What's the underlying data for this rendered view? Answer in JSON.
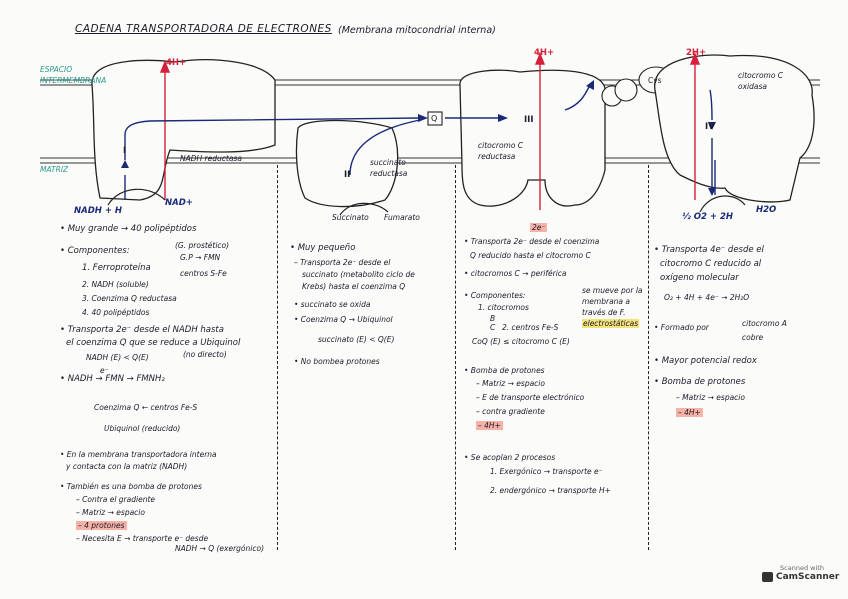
{
  "title": "CADENA TRANSPORTADORA DE ELECTRONES",
  "title_sub": "(Membrana mitocondrial interna)",
  "regions": {
    "espacio": "ESPACIO INTERMEMBRANA",
    "matriz": "MATRIZ"
  },
  "complexes": {
    "c1_roman": "I",
    "c1_name": "NADH reductasa",
    "c1_protons": "4H+",
    "c1_in": "NADH + H",
    "c1_out": "NAD+",
    "c2_roman": "II",
    "c2_name": "succinato reductasa",
    "c2_in": "Succinato",
    "c2_out": "Fumarato",
    "q": "Q",
    "c3_roman": "III",
    "c3_name": "citocromo C reductasa",
    "c3_protons": "4H+",
    "cys": "Cys",
    "c4_roman": "IV",
    "c4_name": "citocromo C oxidasa",
    "c4_protons": "2H+",
    "c4_in": "½ O2 + 2H",
    "c4_out": "H2O"
  },
  "col1": {
    "l1": "• Muy grande → 40 polipéptidos",
    "l2": "• Componentes:",
    "brace_note": "(G. prostético)",
    "l3": "1. Ferroproteína",
    "l3a": "G.P → FMN",
    "l3b": "centros S-Fe",
    "l4": "2. NADH (soluble)",
    "l5": "3. Coenzima Q reductasa",
    "l6": "4. 40 polipéptidos",
    "l7": "• Transporta 2e⁻ desde el NADH hasta",
    "l8": "el coenzima Q que se reduce a Ubiquinol",
    "l9": "NADH (E) < Q(E)",
    "l9b": "(no directo)",
    "l10": "• NADH → FMN → FMNH₂",
    "l10e": "e⁻",
    "l11": "Coenzima Q ← centros Fe-S",
    "l12": "Ubiquinol (reducido)",
    "l13": "• En la membrana transportadora interna",
    "l14": "y contacta con la matriz (NADH)",
    "l15": "• También es una bomba de protones",
    "l16": "– Contra el gradiente",
    "l17": "– Matriz → espacio",
    "l18": "– 4 protones",
    "l19": "– Necesita E → transporte e⁻ desde",
    "l20": "NADH → Q (exergónico)"
  },
  "col2": {
    "l1": "• Muy pequeño",
    "l2": "– Transporta 2e⁻ desde el",
    "l3": "succinato (metabolito ciclo de",
    "l4": "Krebs) hasta el coenzima Q",
    "l5": "• succinato se oxida",
    "l6": "• Coenzima Q → Ubiquinol",
    "l7": "succinato (E) < Q(E)",
    "l8": "• No bombea protones"
  },
  "col3": {
    "l0": "2e⁻",
    "l1": "• Transporta 2e⁻ desde el coenzima",
    "l2": "Q reducido hasta el citocromo C",
    "l3": "• citocromos C → periférica",
    "l3b": "se mueve por la",
    "l3c": "membrana a",
    "l3d": "través de F.",
    "l3e": "electrostáticas",
    "l4": "• Componentes:",
    "l5": "1. citocromos",
    "l5b": "B",
    "l5c": "C",
    "l6": "2. centros Fe-S",
    "l7": "CoQ (E) ≤ citocromo C (E)",
    "l8": "• Bomba de protones",
    "l9": "– Matriz → espacio",
    "l10": "– E de transporte electrónico",
    "l11": "– contra gradiente",
    "l12": "– 4H+",
    "l13": "• Se acoplan 2 procesos",
    "l14": "1. Exergónico → transporte e⁻",
    "l15": "2. endergónico → transporte H+"
  },
  "col4": {
    "l1": "• Transporta 4e⁻ desde el",
    "l2": "citocromo C reducido al",
    "l3": "oxígeno molecular",
    "l4": "O₂ + 4H + 4e⁻ → 2H₂O",
    "l5": "• Formado por",
    "l5a": "citocromo A",
    "l5b": "cobre",
    "l6": "• Mayor potencial redox",
    "l7": "• Bomba de protones",
    "l8": "– Matriz → espacio",
    "l9": "– 4H+"
  },
  "scanner": {
    "line1": "Scanned with",
    "line2": "CamScanner"
  },
  "colors": {
    "ink": "#1b1b2a",
    "proton": "#d6203a",
    "highlight": "#f6b2a6",
    "navy": "#1a2a78",
    "teal": "#2a9a8a"
  }
}
